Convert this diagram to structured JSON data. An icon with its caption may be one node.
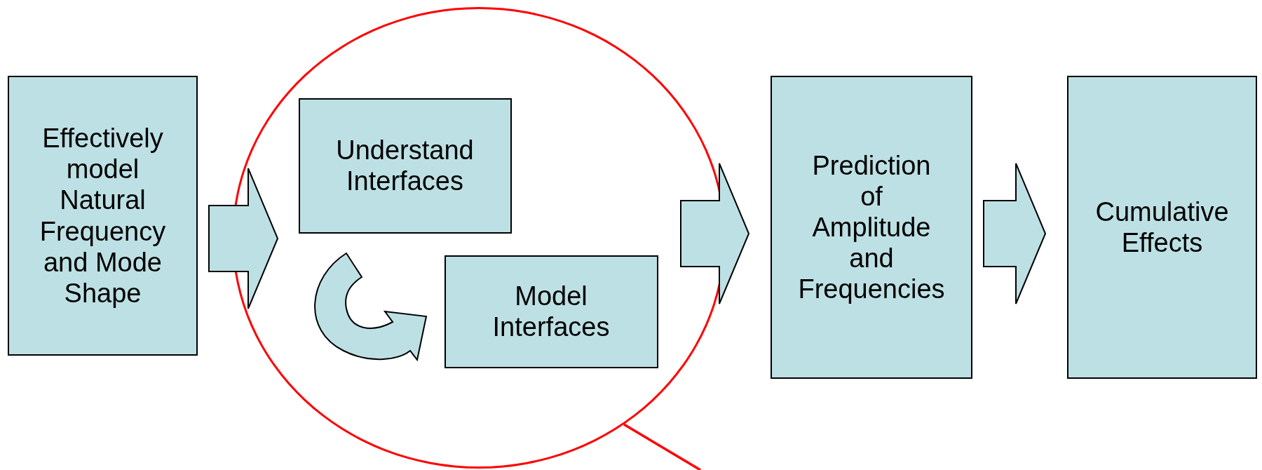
{
  "diagram": {
    "nodes": [
      {
        "text": [
          "Effectively model Natural Frequency and Mode Shape"
        ]
      },
      {
        "text": [],
        "shape": "circle"
      },
      {
        "text": [
          "Understand Interfaces"
        ],
        "in": 1
      },
      {
        "text": [
          "Model Interfaces"
        ],
        "in": 1
      },
      {
        "text": [
          "Prediction of Amplitude and Frequencies"
        ]
      },
      {
        "text": [
          "Cumulative Effects"
        ]
      }
    ],
    "edges": [
      {
        "from": 0,
        "to": 1,
        "arrow": "to"
      },
      {
        "from": 2,
        "to": 3,
        "arrow": "to"
      },
      {
        "from": 1,
        "to": 4,
        "arrow": "to"
      },
      {
        "from": 4,
        "to": 5,
        "arrow": "to"
      },
      {
        "from": 1,
        "to": null,
        "arrow": "none",
        "color": "#ff0000"
      }
    ]
  }
}
